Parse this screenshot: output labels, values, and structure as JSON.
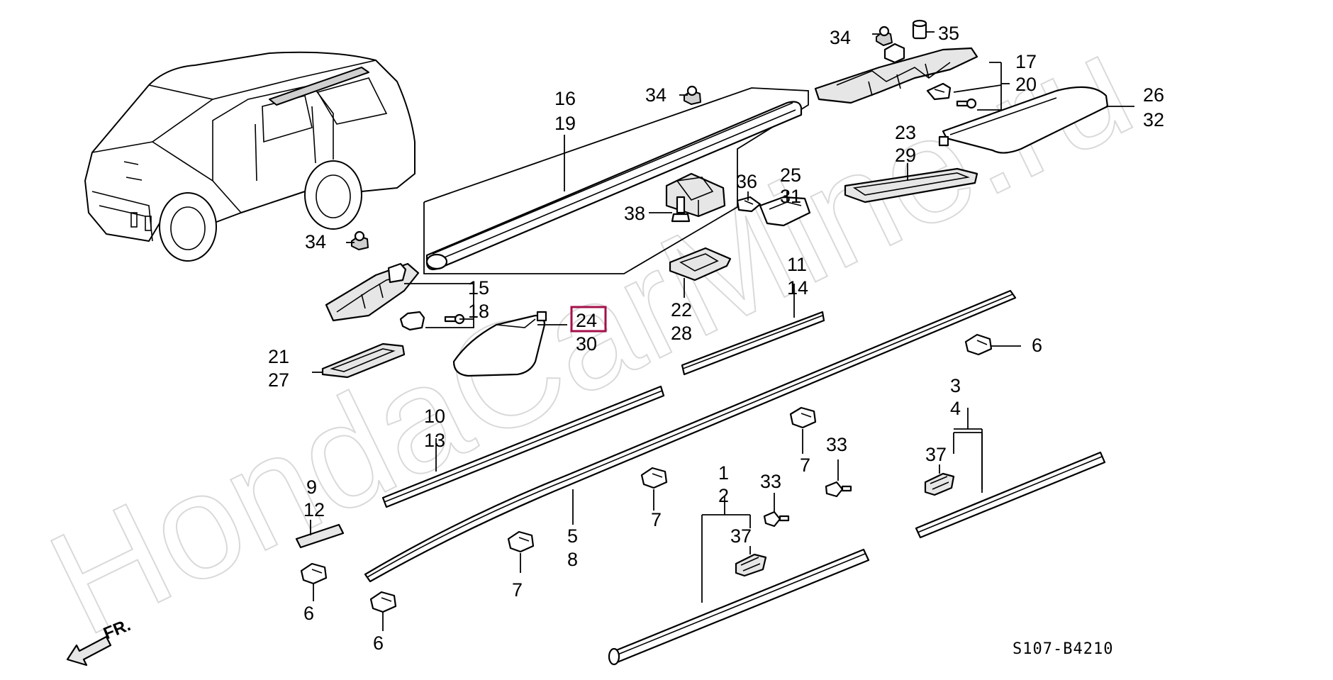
{
  "watermark": "HondaCarMine.ru",
  "diagram_code": "S107-B4210",
  "front_arrow_label": "FR.",
  "highlight_color": "#a4104a",
  "labels": {
    "p34a": "34",
    "p35": "35",
    "p17": "17",
    "p20": "20",
    "p34b": "34",
    "p16": "16",
    "p19": "19",
    "p26": "26",
    "p32": "32",
    "p23": "23",
    "p29": "29",
    "p36": "36",
    "p25": "25",
    "p31": "31",
    "p38": "38",
    "p34c": "34",
    "p15": "15",
    "p18": "18",
    "p24": "24",
    "p30": "30",
    "p11": "11",
    "p14": "14",
    "p22": "22",
    "p28": "28",
    "p6a": "6",
    "p21": "21",
    "p27": "27",
    "p10": "10",
    "p13": "13",
    "p3": "3",
    "p4": "4",
    "p7a": "7",
    "p33a": "33",
    "p37a": "37",
    "p9": "9",
    "p12": "12",
    "p7b": "7",
    "p1": "1",
    "p2": "2",
    "p33b": "33",
    "p5": "5",
    "p8": "8",
    "p37b": "37",
    "p7c": "7",
    "p6b": "6",
    "p6c": "6"
  }
}
